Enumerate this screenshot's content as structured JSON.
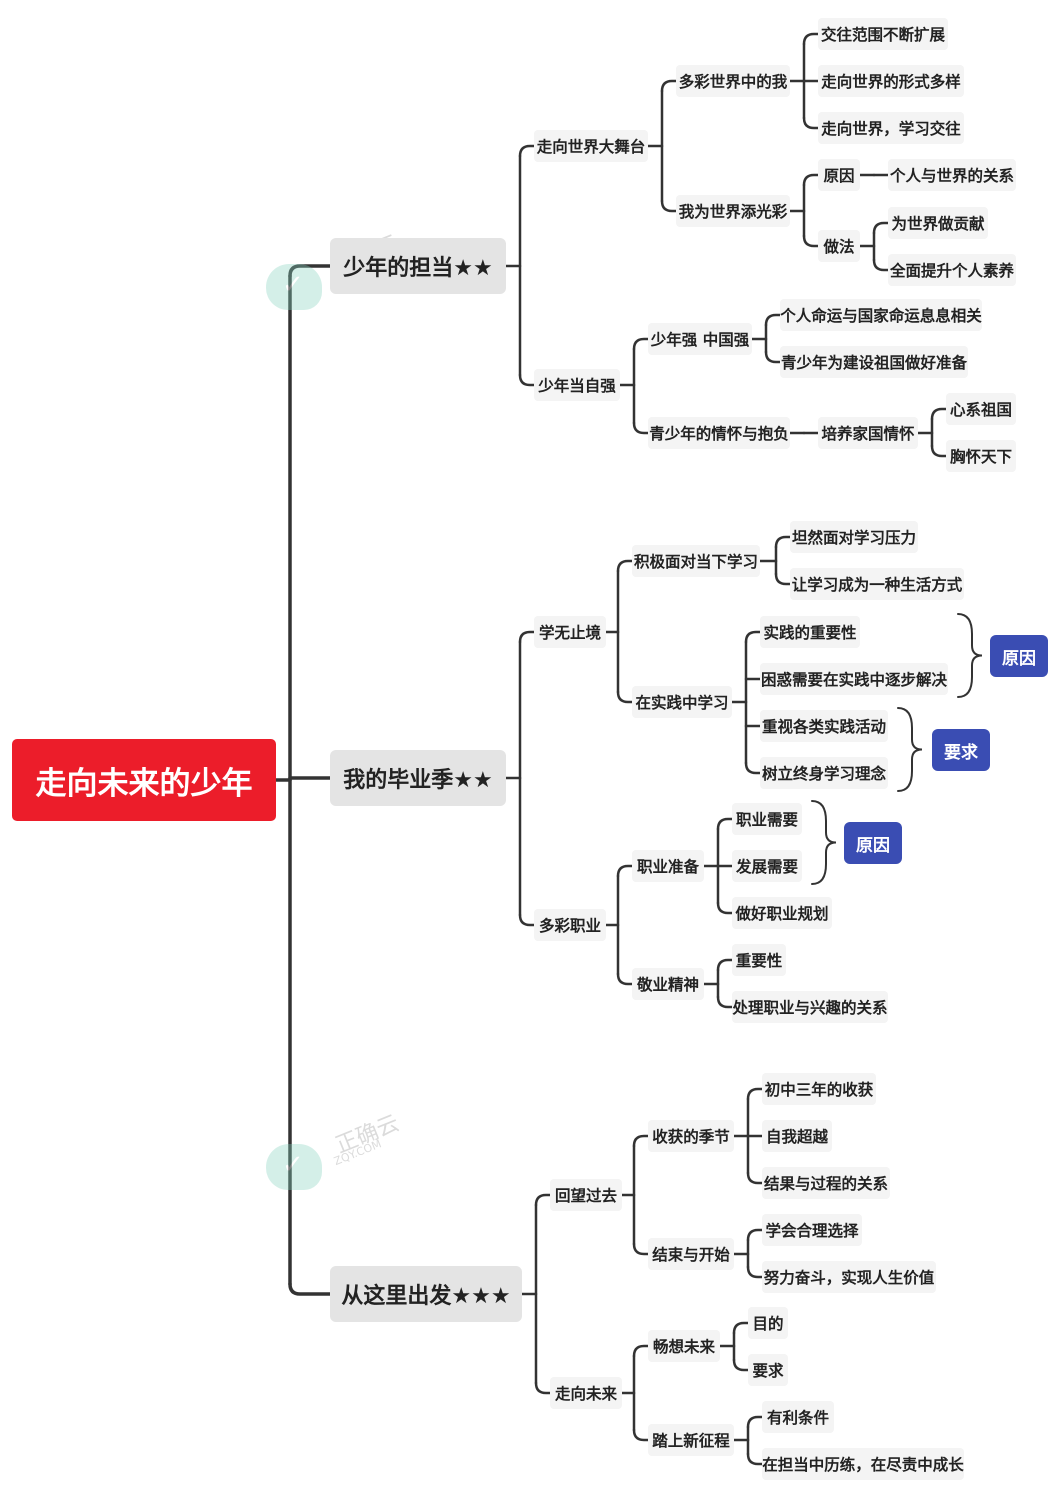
{
  "root": "走向未来的少年",
  "sections": {
    "s1": {
      "title": "少年的担当★★",
      "a": {
        "title": "走向世界大舞台",
        "a1": {
          "title": "多彩世界中的我",
          "items": [
            "交往范围不断扩展",
            "走向世界的形式多样",
            "走向世界，学习交往"
          ]
        },
        "a2": {
          "title": "我为世界添光彩",
          "reason": "原因",
          "reason_item": "个人与世界的关系",
          "method": "做法",
          "method_items": [
            "为世界做贡献",
            "全面提升个人素养"
          ]
        }
      },
      "b": {
        "title": "少年当自强",
        "b1": {
          "title": "少年强 中国强",
          "items": [
            "个人命运与国家命运息息相关",
            "青少年为建设祖国做好准备"
          ]
        },
        "b2": {
          "title": "青少年的情怀与抱负",
          "sub": "培养家国情怀",
          "items": [
            "心系祖国",
            "胸怀天下"
          ]
        }
      }
    },
    "s2": {
      "title": "我的毕业季★★",
      "a": {
        "title": "学无止境",
        "a1": {
          "title": "积极面对当下学习",
          "items": [
            "坦然面对学习压力",
            "让学习成为一种生活方式"
          ]
        },
        "a2": {
          "title": "在实践中学习",
          "items": [
            "实践的重要性",
            "困惑需要在实践中逐步解决",
            "重视各类实践活动",
            "树立终身学习理念"
          ]
        }
      },
      "b": {
        "title": "多彩职业",
        "b1": {
          "title": "职业准备",
          "items": [
            "职业需要",
            "发展需要",
            "做好职业规划"
          ]
        },
        "b2": {
          "title": "敬业精神",
          "items": [
            "重要性",
            "处理职业与兴趣的关系"
          ]
        }
      },
      "tags": {
        "reason1": "原因",
        "require": "要求",
        "reason2": "原因"
      }
    },
    "s3": {
      "title": "从这里出发★★★",
      "a": {
        "title": "回望过去",
        "a1": {
          "title": "收获的季节",
          "items": [
            "初中三年的收获",
            "自我超越",
            "结果与过程的关系"
          ]
        },
        "a2": {
          "title": "结束与开始",
          "items": [
            "学会合理选择",
            "努力奋斗，实现人生价值"
          ]
        }
      },
      "b": {
        "title": "走向未来",
        "b1": {
          "title": "畅想未来",
          "items": [
            "目的",
            "要求"
          ]
        },
        "b2": {
          "title": "踏上新征程",
          "items": [
            "有利条件",
            "在担当中历练，在尽责中成长"
          ]
        }
      }
    }
  },
  "watermark": {
    "text": "正确云",
    "sub": "ZQY.COM"
  },
  "colors": {
    "root": "#ec1d2a",
    "tag": "#3a4db3",
    "line": "#333333"
  }
}
